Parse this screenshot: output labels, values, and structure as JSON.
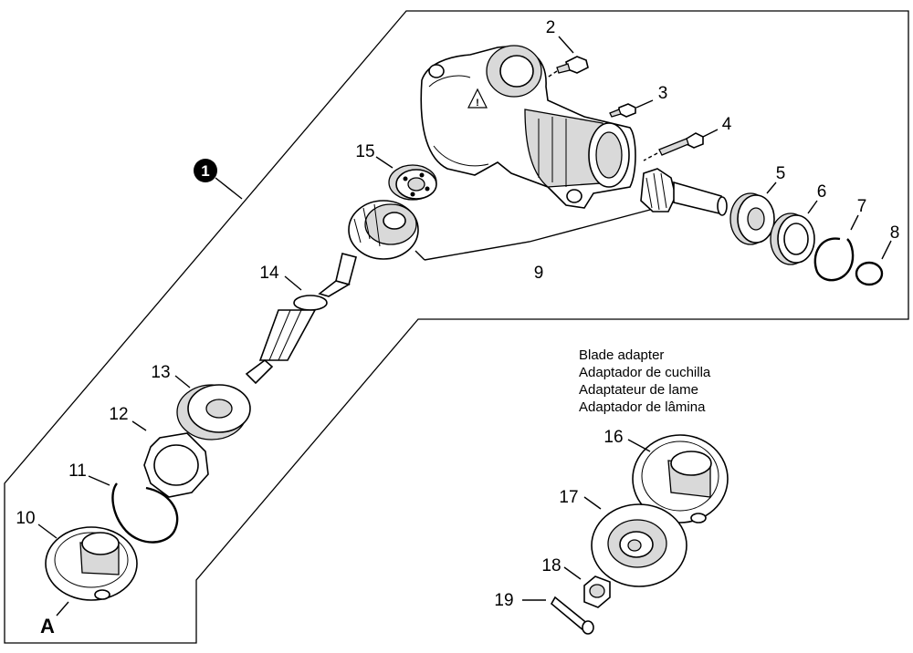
{
  "assembly_badge": "1",
  "callouts": {
    "c2": "2",
    "c3": "3",
    "c4": "4",
    "c5": "5",
    "c6": "6",
    "c7": "7",
    "c8": "8",
    "c9": "9",
    "c10": "10",
    "c11": "11",
    "c12": "12",
    "c13": "13",
    "c14": "14",
    "c15": "15",
    "c16": "16",
    "c17": "17",
    "c18": "18",
    "c19": "19",
    "cA": "A"
  },
  "caption": {
    "line1": "Blade adapter",
    "line2": "Adaptador de cuchilla",
    "line3": "Adaptateur de lame",
    "line4": "Adaptador de lâmina"
  }
}
